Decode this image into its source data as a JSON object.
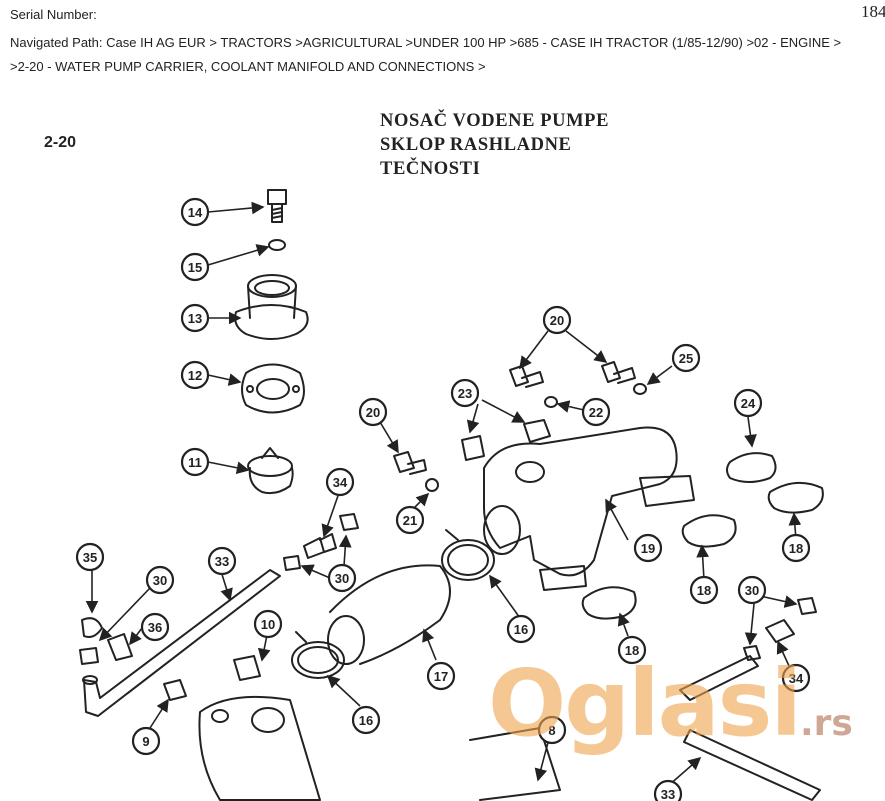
{
  "header": {
    "serial_label": "Serial Number:",
    "page_number": "184",
    "path_line1": "Navigated Path: Case IH AG EUR > TRACTORS >AGRICULTURAL >UNDER 100 HP >685 - CASE IH TRACTOR (1/85-12/90) >02 - ENGINE >",
    "path_line2": ">2-20 - WATER PUMP CARRIER, COOLANT MANIFOLD AND CONNECTIONS >"
  },
  "diagram": {
    "section": "2-20",
    "title_lines": [
      "NOSAČ VODENE PUMPE",
      "SKLOP RASHLADNE",
      "TEČNOSTI"
    ],
    "callouts": [
      "14",
      "15",
      "13",
      "12",
      "11",
      "20",
      "25",
      "22",
      "23",
      "24",
      "20",
      "21",
      "19",
      "34",
      "18",
      "18",
      "35",
      "30",
      "33",
      "30",
      "36",
      "10",
      "16",
      "17",
      "16",
      "18",
      "30",
      "34",
      "9",
      "8",
      "33"
    ]
  },
  "watermark": {
    "text": "Oglasi",
    "suffix": ".rs"
  }
}
